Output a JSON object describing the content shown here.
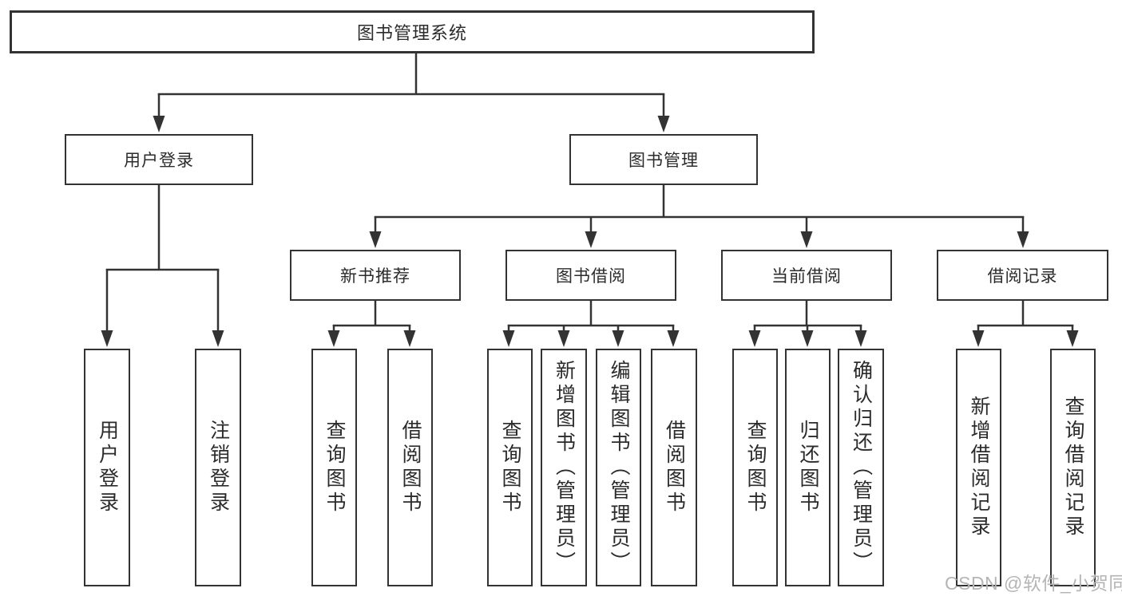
{
  "diagram": {
    "type": "tree",
    "line_color": "#333333",
    "text_color": "#2b2b2b",
    "root": {
      "label": "图书管理系统"
    },
    "branches": [
      {
        "label": "用户登录",
        "children": [
          "用户登录",
          "注销登录"
        ]
      },
      {
        "label": "图书管理",
        "children": [
          {
            "label": "新书推荐",
            "children": [
              "查询图书",
              "借阅图书"
            ]
          },
          {
            "label": "图书借阅",
            "children": [
              "查询图书",
              "新增图书（管理员）",
              "编辑图书（管理员）",
              "借阅图书"
            ]
          },
          {
            "label": "当前借阅",
            "children": [
              "查询图书",
              "归还图书",
              "确认归还（管理员）"
            ]
          },
          {
            "label": "借阅记录",
            "children": [
              "新增借阅记录",
              "查询借阅记录"
            ]
          }
        ]
      }
    ]
  },
  "watermark": {
    "text": "CSDN @软件_小贺同学",
    "color": "#b5b5b5"
  }
}
